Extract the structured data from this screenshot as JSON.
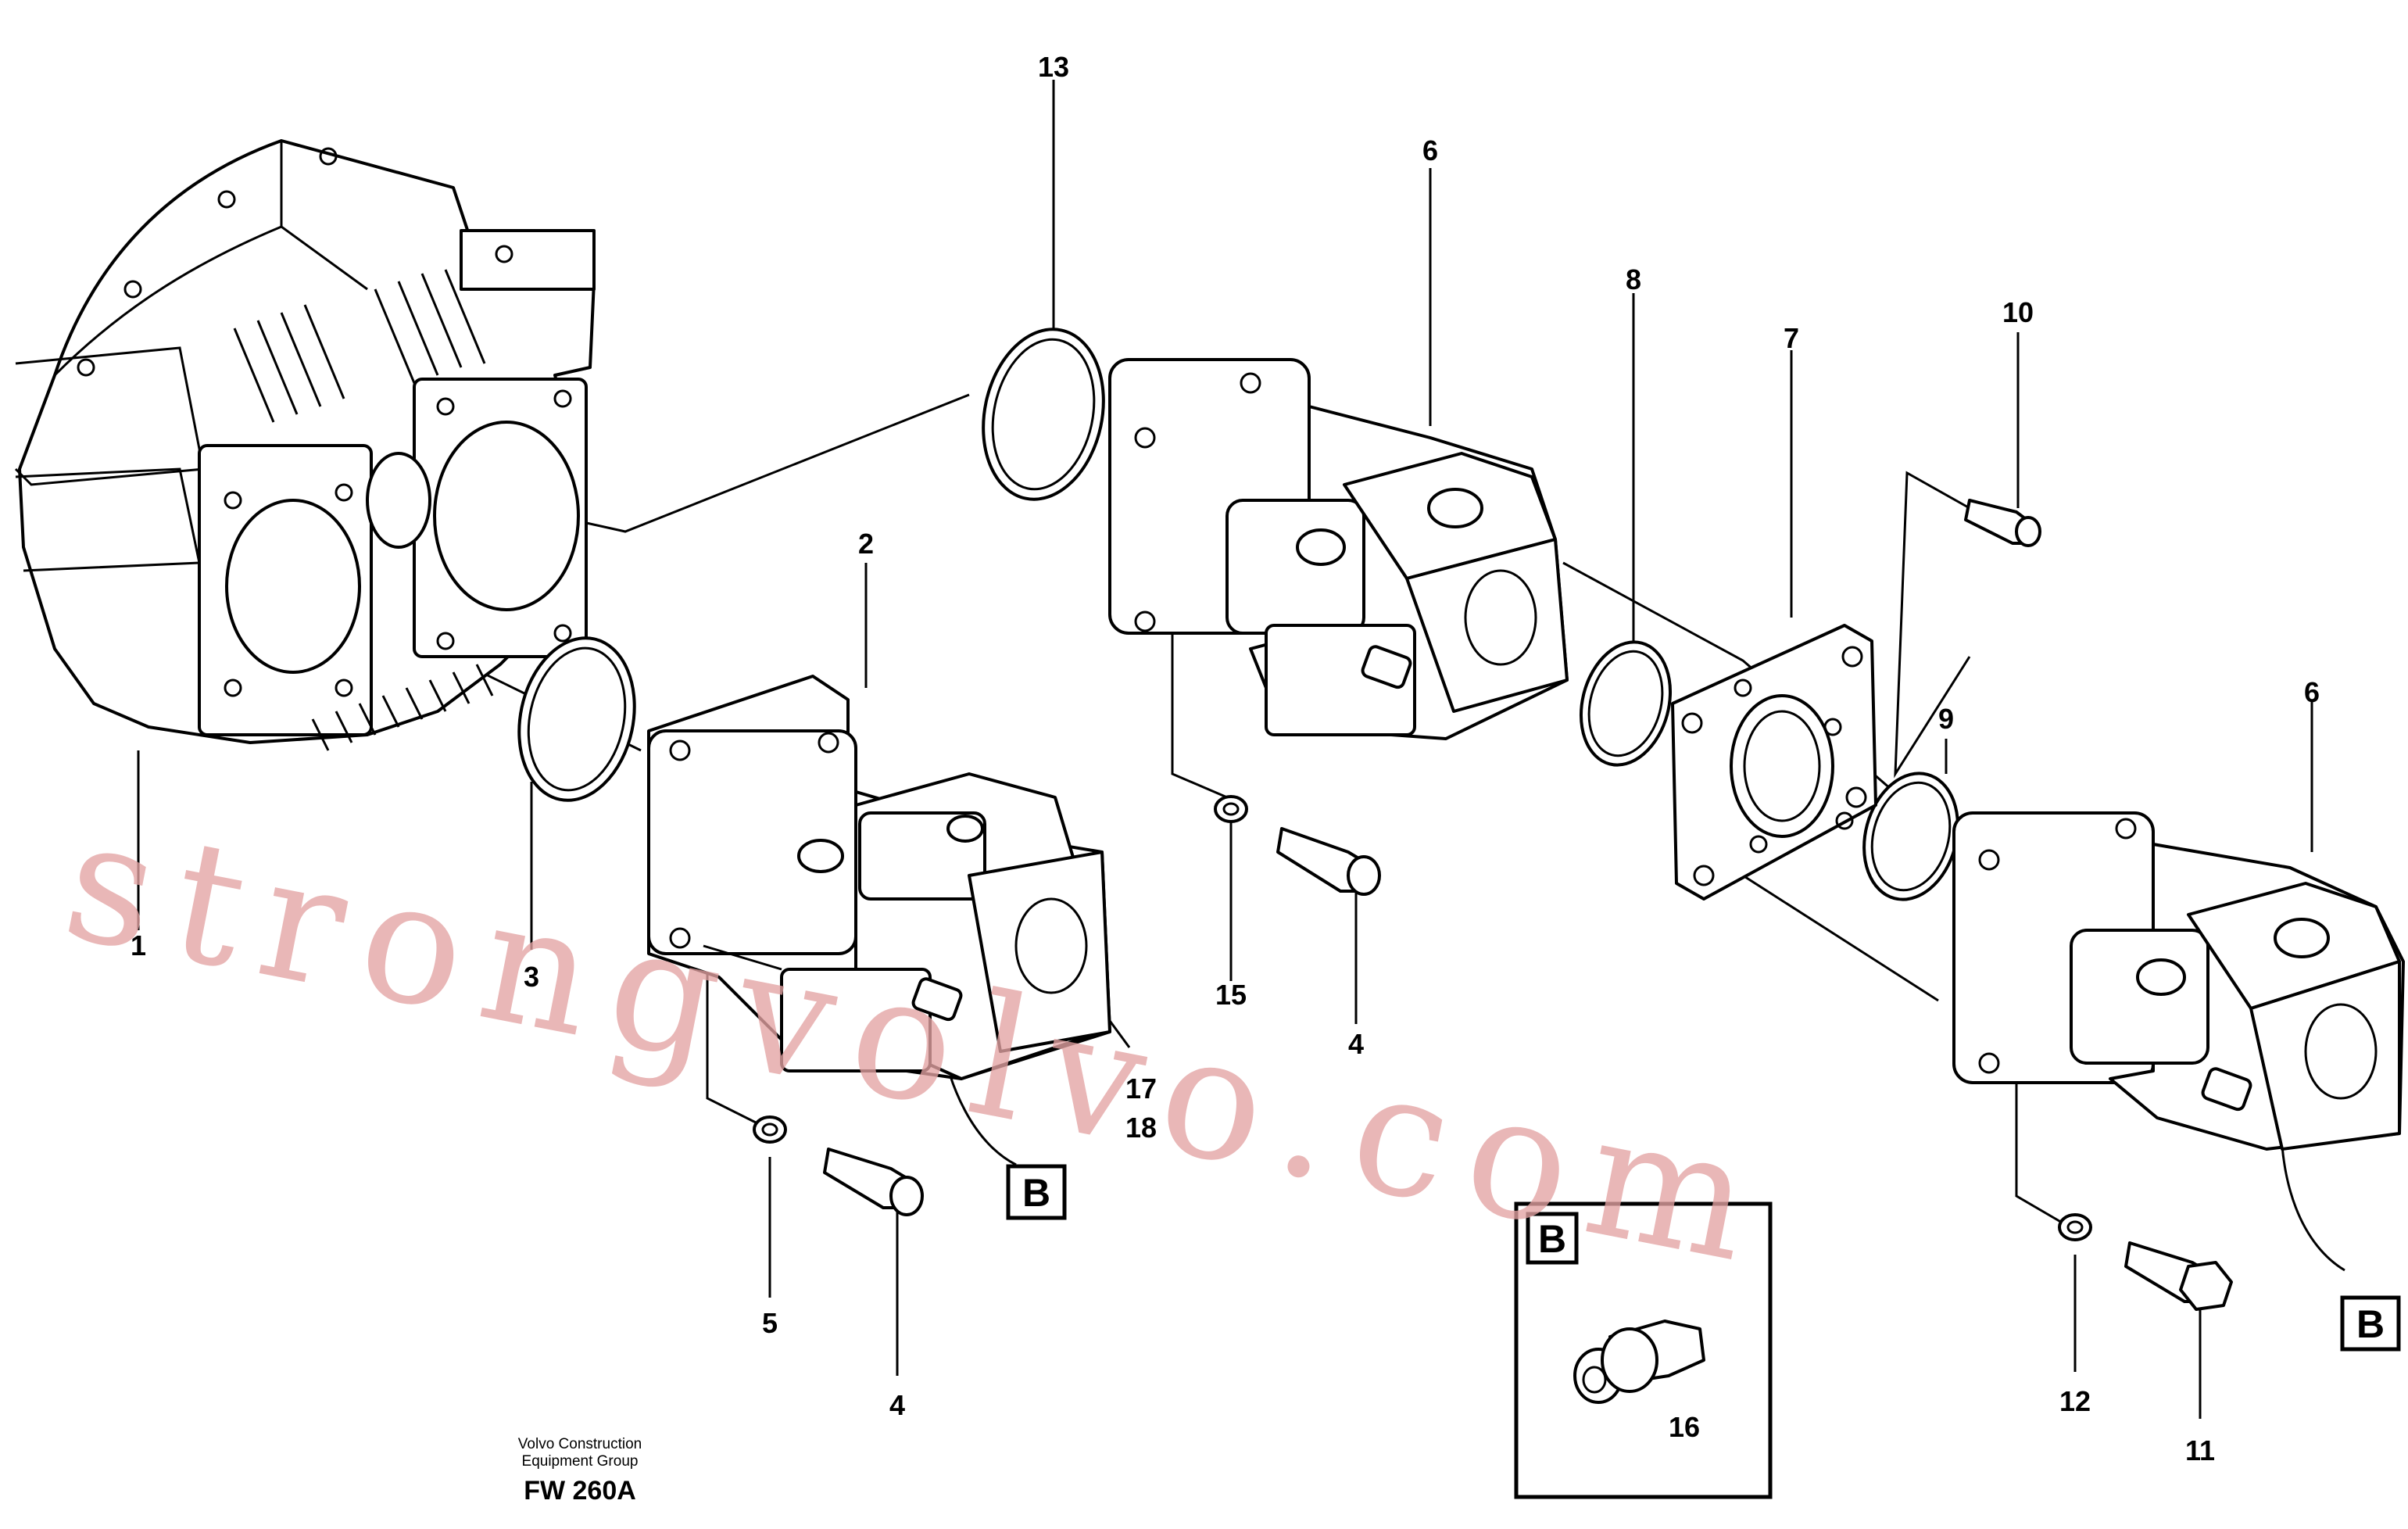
{
  "callouts": {
    "c1": "1",
    "c2": "2",
    "c3": "3",
    "c4a": "4",
    "c4b": "4",
    "c5": "5",
    "c6a": "6",
    "c6b": "6",
    "c7": "7",
    "c8": "8",
    "c9": "9",
    "c10": "10",
    "c11": "11",
    "c12": "12",
    "c13": "13",
    "c15": "15",
    "c16": "16",
    "c17": "17",
    "c18": "18"
  },
  "detail_marker": "B",
  "footer": {
    "line1": "Volvo Construction",
    "line2": "Equipment Group",
    "code": "FW 260A"
  },
  "watermark": "strongvolvo.com",
  "colors": {
    "line": "#000000",
    "watermark": "#e4a3a3",
    "background": "#ffffff"
  }
}
